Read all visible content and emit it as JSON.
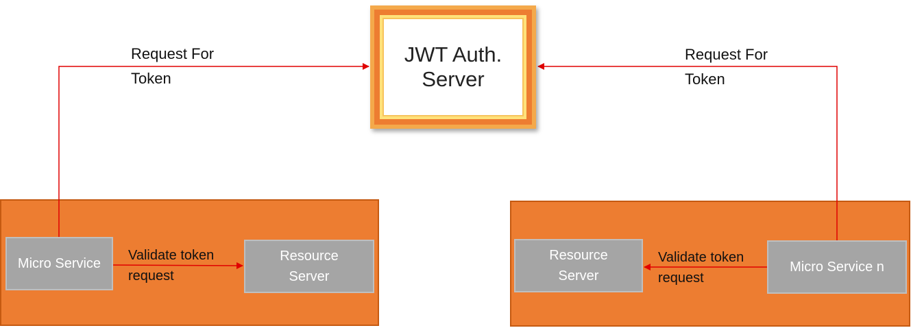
{
  "diagram": {
    "auth_server": {
      "label": "JWT Auth. Server"
    },
    "left_group": {
      "micro_service": {
        "label": "Micro Service"
      },
      "resource_server": {
        "label": "Resource Server"
      },
      "validate_label": "Validate token request",
      "token_request_label": "Request For Token"
    },
    "right_group": {
      "micro_service": {
        "label": "Micro Service n"
      },
      "resource_server": {
        "label": "Resource Server"
      },
      "validate_label": "Validate token request",
      "token_request_label": "Request For Token"
    },
    "colors": {
      "container_fill": "#ed7d31",
      "node_fill": "#a5a5a5",
      "frame_outer": "#f4a94b",
      "frame_inner": "#ffe27a",
      "arrow": "#e00000"
    }
  }
}
